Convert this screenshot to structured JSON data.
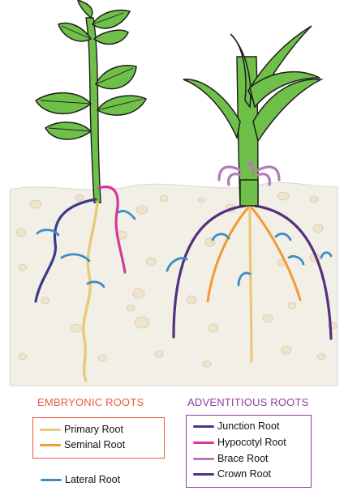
{
  "colors": {
    "soil": "#f2efe6",
    "stone": "#eee3cd",
    "leaf": "#6ec049",
    "leaf_outline": "#1e1e1e",
    "primary_root": "#ecc77a",
    "seminal_root": "#f39a33",
    "lateral_root": "#3f8dc4",
    "junction_root": "#3b3a8e",
    "hypocotyl_root": "#d23c96",
    "brace_root": "#b57ab8",
    "crown_root": "#54307f"
  },
  "legend": {
    "embryonic": {
      "heading": "EMBRYONIC ROOTS",
      "heading_color": "#ee5a3e",
      "box_border": "#ee5a3e",
      "items": [
        {
          "label": "Primary Root",
          "color": "#ecc77a"
        },
        {
          "label": "Seminal Root",
          "color": "#f39a33"
        }
      ]
    },
    "lateral": {
      "label": "Lateral Root",
      "color": "#3f8dc4"
    },
    "adventitious": {
      "heading": "ADVENTITIOUS ROOTS",
      "heading_color": "#8e3fa3",
      "box_border": "#8e3fa3",
      "items": [
        {
          "label": "Junction Root",
          "color": "#3b3a8e"
        },
        {
          "label": "Hypocotyl Root",
          "color": "#d23c96"
        },
        {
          "label": "Brace Root",
          "color": "#b57ab8"
        },
        {
          "label": "Crown Root",
          "color": "#54307f"
        }
      ]
    }
  }
}
